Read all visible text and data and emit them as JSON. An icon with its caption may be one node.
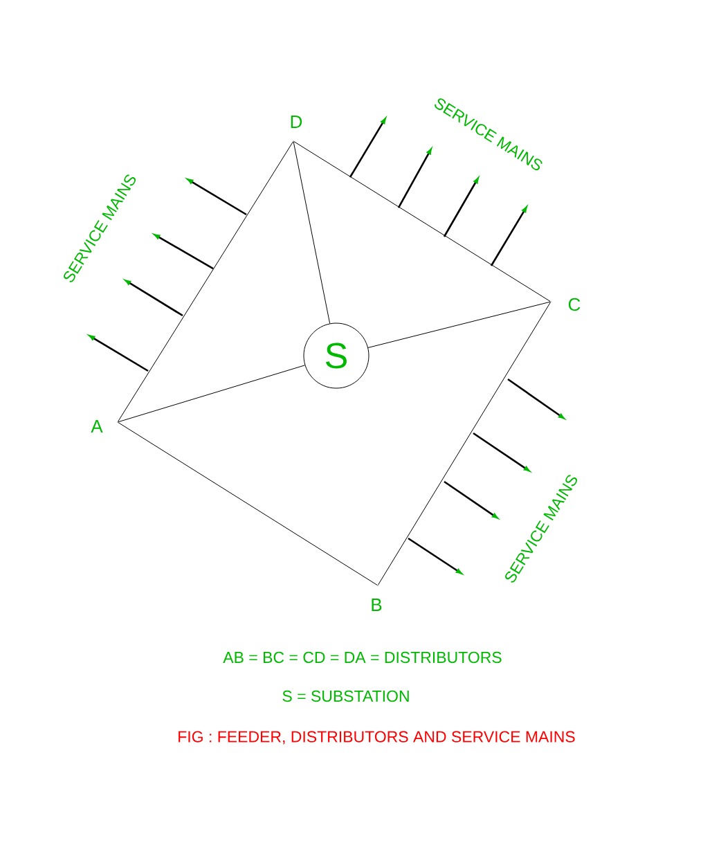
{
  "diagram": {
    "caption": "FIG : FEEDER, DISTRIBUTORS AND SERVICE MAINS",
    "nodes": [
      {
        "text": [],
        "shape": "point",
        "beside": [
          "D"
        ]
      },
      {
        "text": [],
        "shape": "point",
        "beside": [
          "C"
        ]
      },
      {
        "text": [
          "S"
        ]
      },
      {
        "text": [],
        "shape": "point",
        "beside": [
          "A"
        ]
      },
      {
        "text": [],
        "shape": "point",
        "beside": [
          "B"
        ]
      }
    ],
    "edges": [
      {
        "from": 3,
        "to": 4,
        "arrow": "none"
      },
      {
        "from": 4,
        "to": 1,
        "arrow": "none"
      },
      {
        "from": 1,
        "to": 0,
        "arrow": "none"
      },
      {
        "from": 0,
        "to": 3,
        "arrow": "none"
      },
      {
        "from": 2,
        "to": 0,
        "arrow": "none"
      },
      {
        "from": 2,
        "to": 3,
        "arrow": "none"
      },
      {
        "from": 2,
        "to": 1,
        "arrow": "none"
      }
    ],
    "labels": [
      "SERVICE MAINS",
      "SERVICE MAINS",
      "SERVICE MAINS",
      "AB = BC = CD = DA = DISTRIBUTORS",
      "S = SUBSTATION"
    ]
  }
}
